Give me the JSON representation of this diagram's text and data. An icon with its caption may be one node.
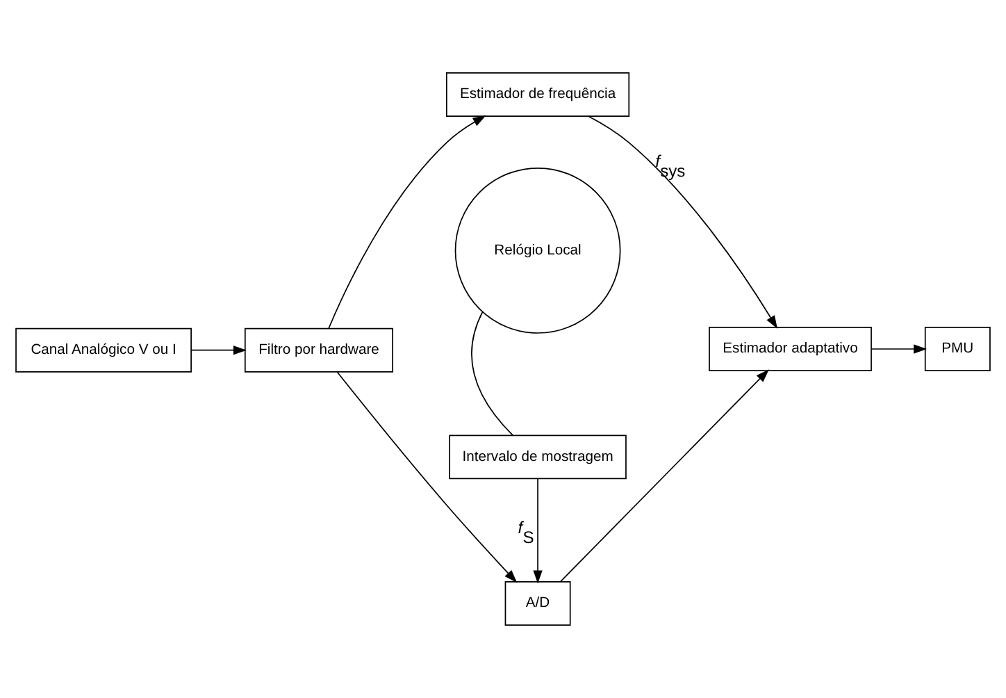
{
  "diagram": {
    "nodes": [
      {
        "text": [
          "Canal Analógico V ou I"
        ]
      },
      {
        "text": [
          "Filtro por hardware"
        ]
      },
      {
        "text": [
          "A/D"
        ]
      },
      {
        "text": [
          "Estimador de frequência"
        ]
      },
      {
        "text": [
          "Estimador adaptativo"
        ]
      },
      {
        "text": [
          "PMU"
        ]
      },
      {
        "text": [
          "Intervalo de mostragem"
        ]
      },
      {
        "text": [
          "Relógio Local"
        ]
      }
    ],
    "edges": [
      {
        "from": 0,
        "to": 1,
        "arrow": "to"
      },
      {
        "from": 1,
        "to": 2,
        "arrow": "to"
      },
      {
        "from": 1,
        "to": 3,
        "arrow": "to"
      },
      {
        "from": 3,
        "to": 4,
        "arrow": "to",
        "label": "*f*$_{sys}$"
      },
      {
        "from": 2,
        "to": 4,
        "arrow": "to"
      },
      {
        "from": 4,
        "to": 5,
        "arrow": "to"
      },
      {
        "from": 6,
        "to": 2,
        "arrow": "to",
        "label": "*f*$_{S}$"
      },
      {
        "from": 7,
        "to": 6,
        "arrow": "none"
      }
    ]
  }
}
